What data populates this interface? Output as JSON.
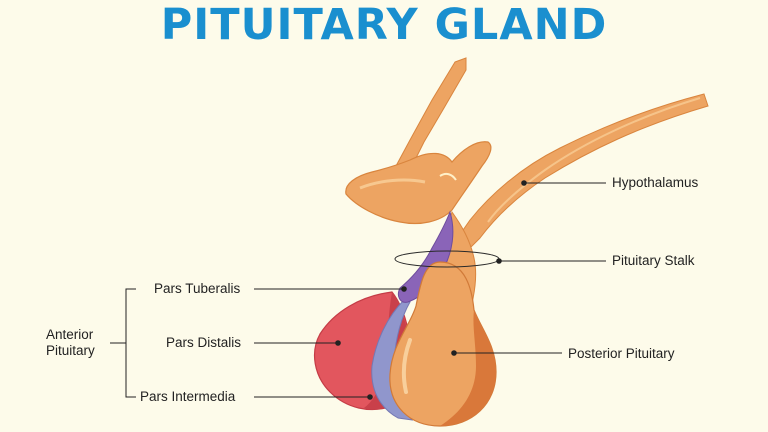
{
  "title": "PITUITARY GLAND",
  "labels": {
    "hypothalamus": "Hypothalamus",
    "pituitary_stalk": "Pituitary Stalk",
    "posterior_pituitary": "Posterior Pituitary",
    "pars_tuberalis": "Pars Tuberalis",
    "pars_distalis": "Pars Distalis",
    "pars_intermedia": "Pars Intermedia",
    "anterior_pituitary_line1": "Anterior",
    "anterior_pituitary_line2": "Pituitary"
  },
  "colors": {
    "title": "#1a8fcf",
    "background": "#fdfbea",
    "hypothalamus": "#f0a060",
    "posterior": "#e8924a",
    "pars_tuberalis": "#8a64b8",
    "pars_intermedia": "#8f95cc",
    "pars_distalis": "#e0505a"
  }
}
